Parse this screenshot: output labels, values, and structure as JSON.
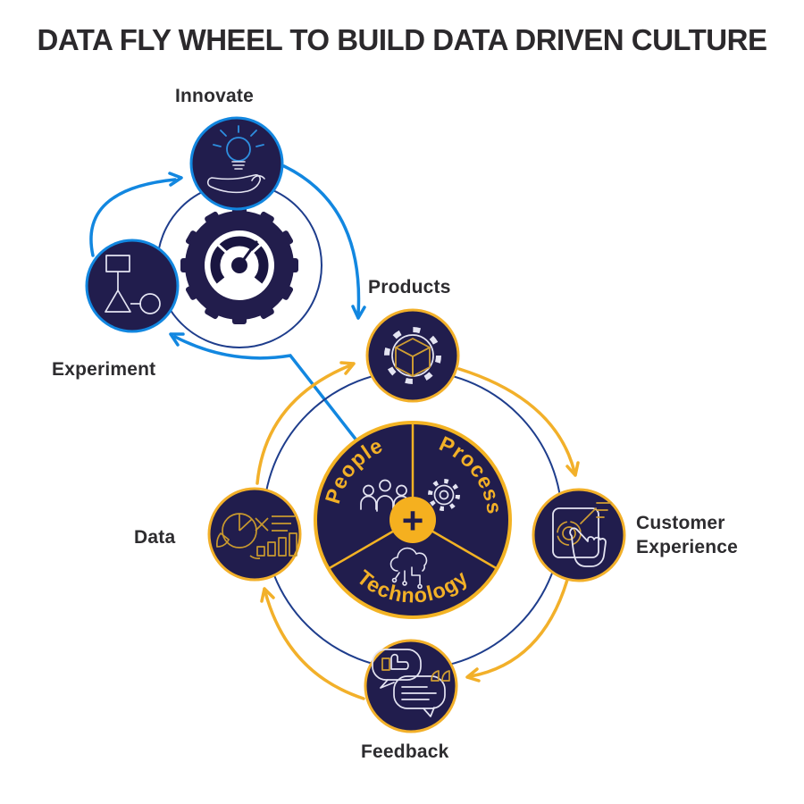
{
  "title": "DATA FLY WHEEL TO BUILD DATA DRIVEN CULTURE",
  "top_flywheel": {
    "nodes": [
      {
        "label": "Innovate",
        "icon": "lightbulb-in-hand-icon"
      },
      {
        "label": "Experiment",
        "icon": "flowchart-shapes-icon"
      }
    ],
    "hub_icon": "gear-gauge-icon",
    "arrow_color": "#1287e0",
    "orbit_color": "#1e3d8c"
  },
  "bottom_flywheel": {
    "nodes": [
      {
        "label": "Products",
        "icon": "gear-cube-icon"
      },
      {
        "label": "Customer Experience",
        "icon": "touchscreen-hand-icon"
      },
      {
        "label": "Feedback",
        "icon": "chat-bubbles-thumbsup-quotes-icon"
      },
      {
        "label": "Data",
        "icon": "pie-and-bar-chart-icon"
      }
    ],
    "arrow_color": "#f2b02a",
    "orbit_color": "#1e3d8c"
  },
  "center_wheel": {
    "segments": [
      {
        "label": "People",
        "icon": "people-group-icon"
      },
      {
        "label": "Process",
        "icon": "process-gear-icon"
      },
      {
        "label": "Technology",
        "icon": "cloud-circuit-icon"
      }
    ],
    "plus_symbol": "+"
  },
  "colors": {
    "navy_fill": "#211d4d",
    "gear_navy": "#221d4c",
    "gold": "#f2b02a",
    "bright_blue": "#1287e0",
    "orbit_blue": "#1e3d8c",
    "icon_white": "#e4e4f2",
    "icon_gold": "#cf9d33",
    "label_dark": "#2d2c2f"
  }
}
